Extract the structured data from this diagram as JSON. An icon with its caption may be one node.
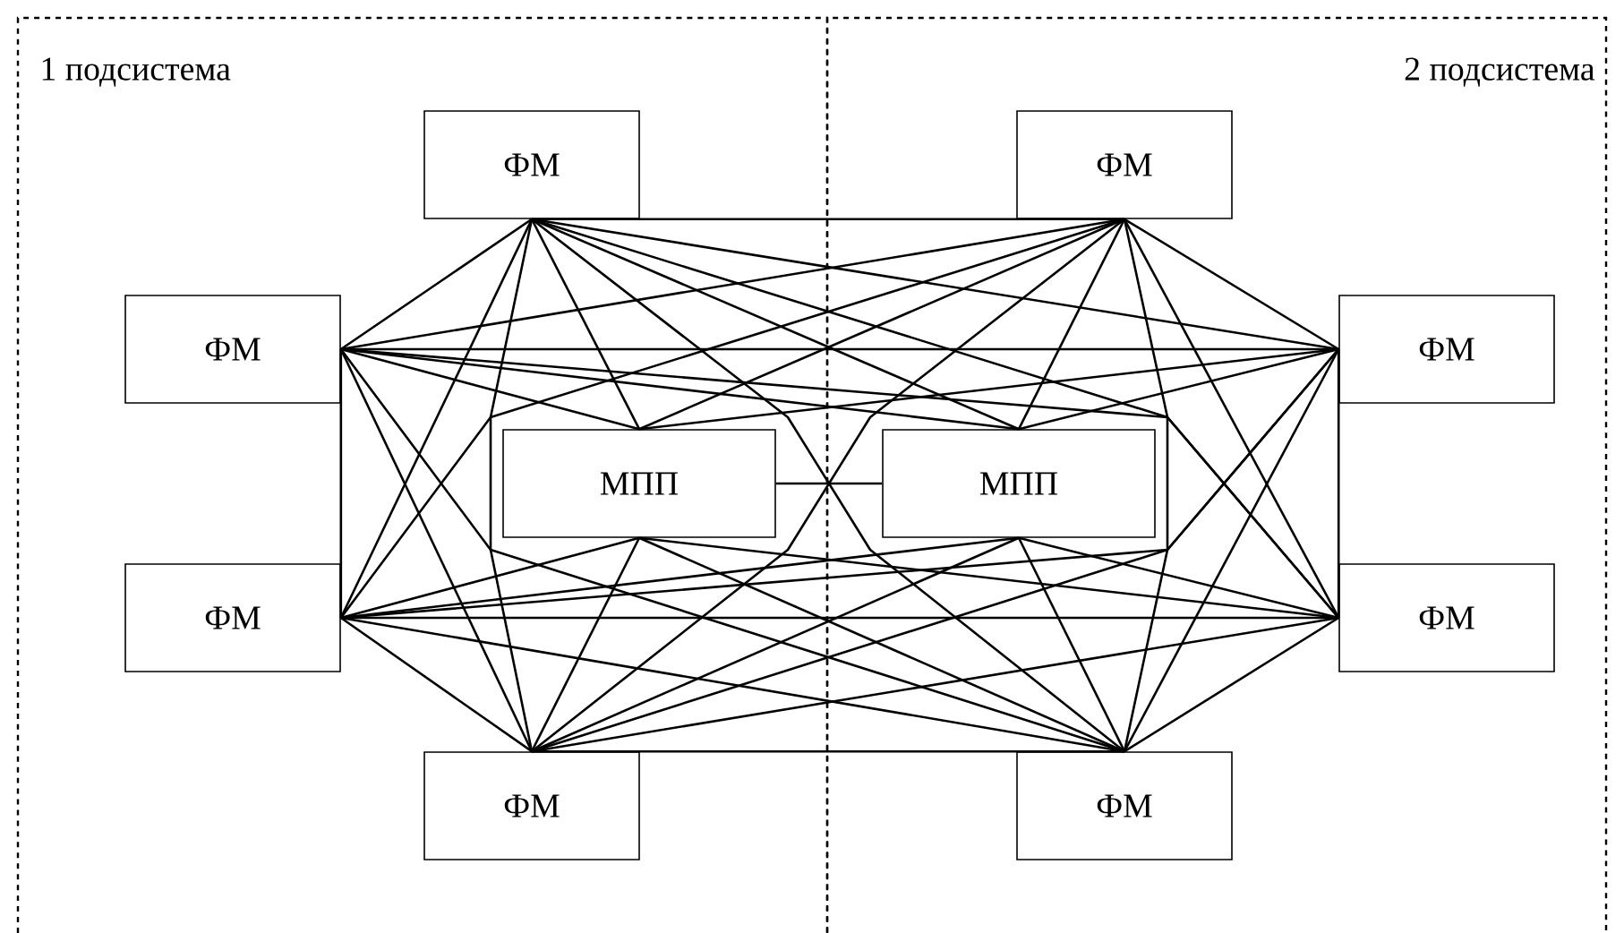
{
  "diagram": {
    "nodes": [
      {
        "text": [
          "1 подсистема"
        ]
      },
      {
        "text": [
          "2 подсистема"
        ]
      },
      {
        "text": [
          "ФМ"
        ],
        "in": 0
      },
      {
        "text": [
          "ФМ"
        ],
        "in": 1
      },
      {
        "text": [
          "ФМ"
        ],
        "in": 0
      },
      {
        "text": [
          "ФМ"
        ],
        "in": 1
      },
      {
        "text": [
          "МПП"
        ],
        "in": 0
      },
      {
        "text": [
          "МПП"
        ],
        "in": 1
      },
      {
        "text": [
          "ФМ"
        ],
        "in": 0
      },
      {
        "text": [
          "ФМ"
        ],
        "in": 1
      },
      {
        "text": [
          "ФМ"
        ],
        "in": 0
      },
      {
        "text": [
          "ФМ"
        ],
        "in": 1
      }
    ],
    "edges": [
      {
        "from": 2,
        "to": 3,
        "arrow": "none"
      },
      {
        "from": 2,
        "to": 4,
        "arrow": "none"
      },
      {
        "from": 2,
        "to": 5,
        "arrow": "none"
      },
      {
        "from": 2,
        "to": 8,
        "arrow": "none"
      },
      {
        "from": 2,
        "to": 9,
        "arrow": "none"
      },
      {
        "from": 2,
        "to": 10,
        "arrow": "none"
      },
      {
        "from": 2,
        "to": 11,
        "arrow": "none"
      },
      {
        "from": 3,
        "to": 4,
        "arrow": "none"
      },
      {
        "from": 3,
        "to": 5,
        "arrow": "none"
      },
      {
        "from": 3,
        "to": 8,
        "arrow": "none"
      },
      {
        "from": 3,
        "to": 9,
        "arrow": "none"
      },
      {
        "from": 3,
        "to": 10,
        "arrow": "none"
      },
      {
        "from": 3,
        "to": 11,
        "arrow": "none"
      },
      {
        "from": 4,
        "to": 5,
        "arrow": "none"
      },
      {
        "from": 4,
        "to": 8,
        "arrow": "none"
      },
      {
        "from": 4,
        "to": 9,
        "arrow": "none"
      },
      {
        "from": 4,
        "to": 10,
        "arrow": "none"
      },
      {
        "from": 4,
        "to": 11,
        "arrow": "none"
      },
      {
        "from": 5,
        "to": 8,
        "arrow": "none"
      },
      {
        "from": 5,
        "to": 9,
        "arrow": "none"
      },
      {
        "from": 5,
        "to": 10,
        "arrow": "none"
      },
      {
        "from": 5,
        "to": 11,
        "arrow": "none"
      },
      {
        "from": 8,
        "to": 9,
        "arrow": "none"
      },
      {
        "from": 8,
        "to": 10,
        "arrow": "none"
      },
      {
        "from": 8,
        "to": 11,
        "arrow": "none"
      },
      {
        "from": 9,
        "to": 10,
        "arrow": "none"
      },
      {
        "from": 9,
        "to": 11,
        "arrow": "none"
      },
      {
        "from": 10,
        "to": 11,
        "arrow": "none"
      },
      {
        "from": 2,
        "to": 6,
        "arrow": "none"
      },
      {
        "from": 2,
        "to": 7,
        "arrow": "none"
      },
      {
        "from": 3,
        "to": 6,
        "arrow": "none"
      },
      {
        "from": 3,
        "to": 7,
        "arrow": "none"
      },
      {
        "from": 4,
        "to": 6,
        "arrow": "none"
      },
      {
        "from": 4,
        "to": 7,
        "arrow": "none"
      },
      {
        "from": 5,
        "to": 6,
        "arrow": "none"
      },
      {
        "from": 5,
        "to": 7,
        "arrow": "none"
      },
      {
        "from": 8,
        "to": 6,
        "arrow": "none"
      },
      {
        "from": 8,
        "to": 7,
        "arrow": "none"
      },
      {
        "from": 9,
        "to": 6,
        "arrow": "none"
      },
      {
        "from": 9,
        "to": 7,
        "arrow": "none"
      },
      {
        "from": 10,
        "to": 6,
        "arrow": "none"
      },
      {
        "from": 10,
        "to": 7,
        "arrow": "none"
      },
      {
        "from": 11,
        "to": 6,
        "arrow": "none"
      },
      {
        "from": 11,
        "to": 7,
        "arrow": "none"
      },
      {
        "from": 6,
        "to": 7,
        "arrow": "none"
      }
    ]
  }
}
